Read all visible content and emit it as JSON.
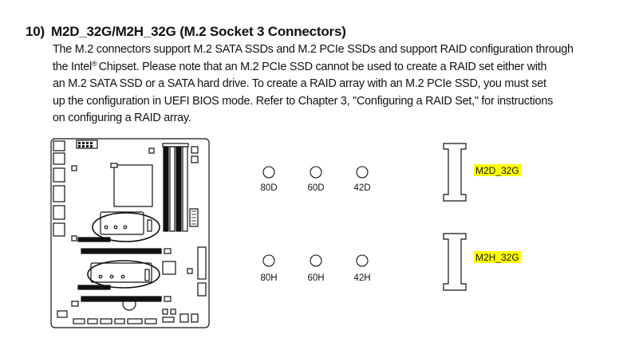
{
  "section": {
    "number": "10)",
    "title": "M2D_32G/M2H_32G (M.2 Socket 3 Connectors)"
  },
  "paragraph_lines": [
    "The M.2 connectors support M.2 SATA SSDs and M.2 PCIe SSDs and support RAID configuration through",
    "the Intel",
    "® ",
    "Chipset. Please note that an M.2 PCIe SSD cannot be used to create a RAID set either with",
    "an M.2 SATA SSD or a SATA hard drive. To create a RAID array with an M.2 PCIe SSD, you must set",
    "up the configuration in UEFI BIOS mode. Refer to Chapter 3, \"Configuring a RAID Set,\" for instructions",
    "on configuring a RAID array."
  ],
  "standoffs_top": [
    "80D",
    "60D",
    "42D"
  ],
  "standoffs_bottom": [
    "80H",
    "60H",
    "42H"
  ],
  "connectors": {
    "top_label": "M2D_32G",
    "bottom_label": "M2H_32G",
    "highlight_color": "#ffff00"
  }
}
